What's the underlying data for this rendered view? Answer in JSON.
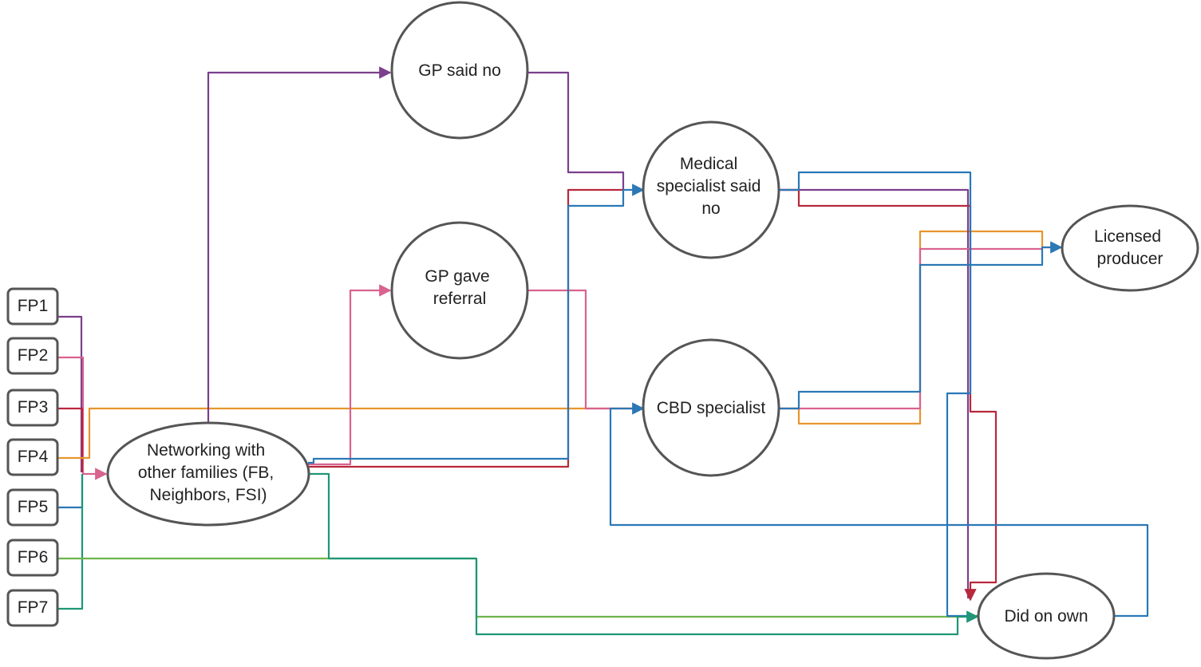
{
  "sources": [
    {
      "id": "fp1",
      "label": "FP1"
    },
    {
      "id": "fp2",
      "label": "FP2"
    },
    {
      "id": "fp3",
      "label": "FP3"
    },
    {
      "id": "fp4",
      "label": "FP4"
    },
    {
      "id": "fp5",
      "label": "FP5"
    },
    {
      "id": "fp6",
      "label": "FP6"
    },
    {
      "id": "fp7",
      "label": "FP7"
    }
  ],
  "nodes": [
    {
      "id": "networking",
      "lines": [
        "Networking with",
        "other families (FB,",
        "Neighbors, FSI)"
      ]
    },
    {
      "id": "gp-said-no",
      "lines": [
        "GP said no"
      ]
    },
    {
      "id": "gp-gave-referral",
      "lines": [
        "GP gave",
        "referral"
      ]
    },
    {
      "id": "medical-specialist-said-no",
      "lines": [
        "Medical",
        "specialist said",
        "no"
      ]
    },
    {
      "id": "cbd-specialist",
      "lines": [
        "CBD specialist"
      ]
    },
    {
      "id": "licensed-producer",
      "lines": [
        "Licensed",
        "producer"
      ]
    },
    {
      "id": "did-on-own",
      "lines": [
        "Did on own"
      ]
    }
  ],
  "path_colors": {
    "FP1": "#7b3f8c",
    "FP2": "#d9628f",
    "FP3": "#b8283c",
    "FP4": "#e8952e",
    "FP5": "#2a78b6",
    "FP6": "#6db54a",
    "FP7": "#1f9677"
  }
}
